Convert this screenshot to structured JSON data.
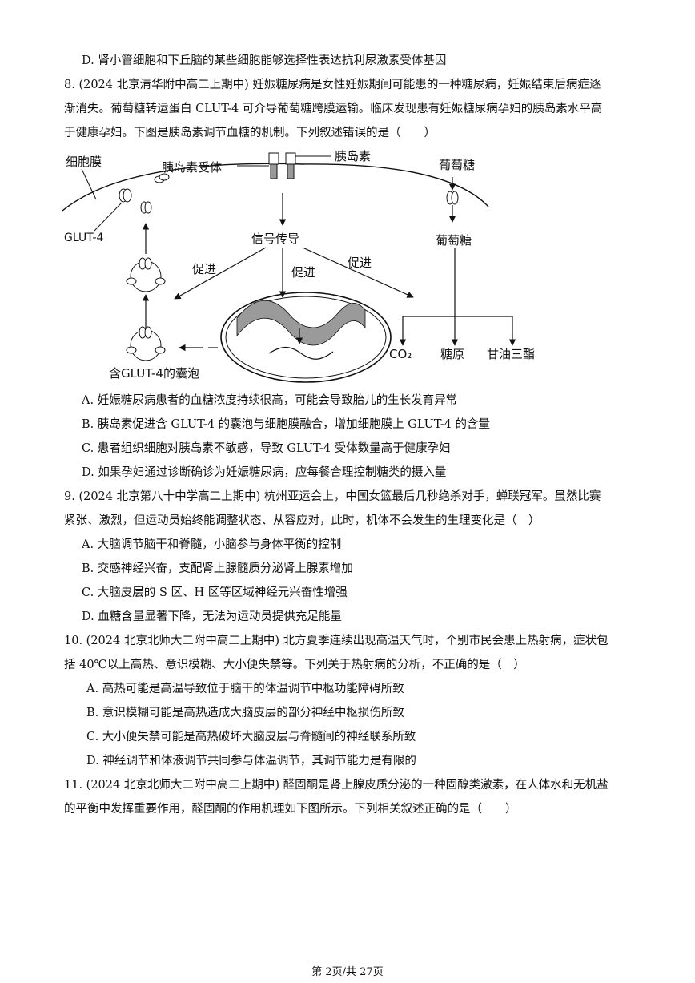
{
  "q7": {
    "option_d": "D.  肾小管细胞和下丘脑的某些细胞能够选择性表达抗利尿激素受体基因"
  },
  "q8": {
    "stem_line1": "8.  (2024 北京清华附中高二上期中)  妊娠糖尿病是女性妊娠期间可能患的一种糖尿病，妊娠结束后病症逐",
    "stem_line2": "渐消失。葡萄糖转运蛋白 CLUT-4 可介导葡萄糖跨膜运输。临床发现患有妊娠糖尿病孕妇的胰岛素水平高",
    "stem_line3": "于健康孕妇。下图是胰岛素调节血糖的机制。下列叙述错误的是（　　）",
    "diagram": {
      "cell_membrane": "细胞膜",
      "insulin_receptor": "胰岛素受体",
      "insulin": "胰岛素",
      "glucose_outside": "葡萄糖",
      "glut4": "GLUT-4",
      "signal": "信号传导",
      "glucose_inside": "葡萄糖",
      "promote_left": "促进",
      "promote_mid": "促进",
      "promote_right": "促进",
      "vesicle": "含GLUT-4的囊泡",
      "co2": "CO₂",
      "glycogen": "糖原",
      "triglyceride": "甘油三酯"
    },
    "option_a": "A.  妊娠糖尿病患者的血糖浓度持续很高，可能会导致胎儿的生长发育异常",
    "option_b": "B.  胰岛素促进含 GLUT-4 的囊泡与细胞膜融合，增加细胞膜上 GLUT-4 的含量",
    "option_c": "C.  患者组织细胞对胰岛素不敏感，导致 GLUT-4 受体数量高于健康孕妇",
    "option_d": "D.  如果孕妇通过诊断确诊为妊娠糖尿病，应每餐合理控制糖类的摄入量"
  },
  "q9": {
    "stem_line1": "9.  (2024 北京第八十中学高二上期中)  杭州亚运会上，中国女篮最后几秒绝杀对手，蝉联冠军。虽然比赛",
    "stem_line2": "紧张、激烈，但运动员始终能调整状态、从容应对，此时，机体不会发生的生理变化是（　）",
    "option_a": "A.  大脑调节脑干和脊髓，小脑参与身体平衡的控制",
    "option_b": "B.  交感神经兴奋，支配肾上腺髓质分泌肾上腺素增加",
    "option_c": "C.  大脑皮层的 S 区、H 区等区域神经元兴奋性增强",
    "option_d": "D.  血糖含量显著下降，无法为运动员提供充足能量"
  },
  "q10": {
    "stem_line1": "10.  (2024 北京北师大二附中高二上期中)  北方夏季连续出现高温天气时，个别市民会患上热射病，症状包",
    "stem_line2": "括 40℃以上高热、意识模糊、大小便失禁等。下列关于热射病的分析，不正确的是（　）",
    "option_a": "A.  高热可能是高温导致位于脑干的体温调节中枢功能障碍所致",
    "option_b": "B.  意识模糊可能是高热造成大脑皮层的部分神经中枢损伤所致",
    "option_c": "C.  大小便失禁可能是高热破坏大脑皮层与脊髓间的神经联系所致",
    "option_d": "D.  神经调节和体液调节共同参与体温调节，其调节能力是有限的"
  },
  "q11": {
    "stem_line1": "11.  (2024 北京北师大二附中高二上期中)  醛固酮是肾上腺皮质分泌的一种固醇类激素，在人体水和无机盐",
    "stem_line2": "的平衡中发挥重要作用，醛固酮的作用机理如下图所示。下列相关叙述正确的是（　　）"
  },
  "footer": {
    "page": "第 2页/共 27页"
  }
}
